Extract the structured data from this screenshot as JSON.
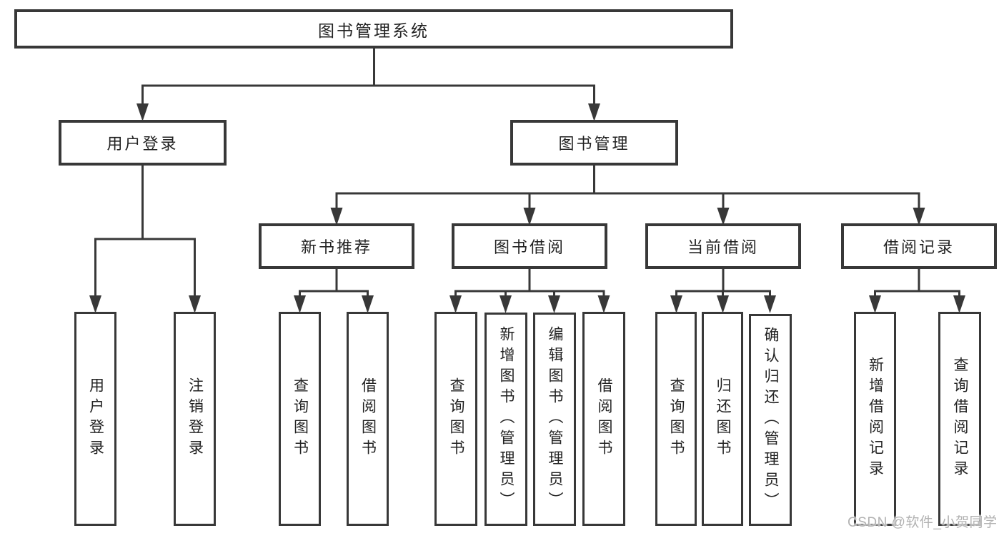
{
  "tree": {
    "root": {
      "label": "图书管理系统"
    },
    "children": [
      {
        "label": "用户登录",
        "children": [
          {
            "label": "用户登录"
          },
          {
            "label": "注销登录"
          }
        ]
      },
      {
        "label": "图书管理",
        "children": [
          {
            "label": "新书推荐",
            "children": [
              {
                "label": "查询图书"
              },
              {
                "label": "借阅图书"
              }
            ]
          },
          {
            "label": "图书借阅",
            "children": [
              {
                "label": "查询图书"
              },
              {
                "label": "新增图书（管理员）"
              },
              {
                "label": "编辑图书（管理员）"
              },
              {
                "label": "借阅图书"
              }
            ]
          },
          {
            "label": "当前借阅",
            "children": [
              {
                "label": "查询图书"
              },
              {
                "label": "归还图书"
              },
              {
                "label": "确认归还（管理员）"
              }
            ]
          },
          {
            "label": "借阅记录",
            "children": [
              {
                "label": "新增借阅记录"
              },
              {
                "label": "查询借阅记录"
              }
            ]
          }
        ]
      }
    ]
  },
  "watermark": {
    "text": "CSDN @软件_小贺同学"
  },
  "colors": {
    "stroke": "#383838",
    "text": "#222222",
    "background": "#ffffff",
    "watermark": "#b2b2b2"
  }
}
